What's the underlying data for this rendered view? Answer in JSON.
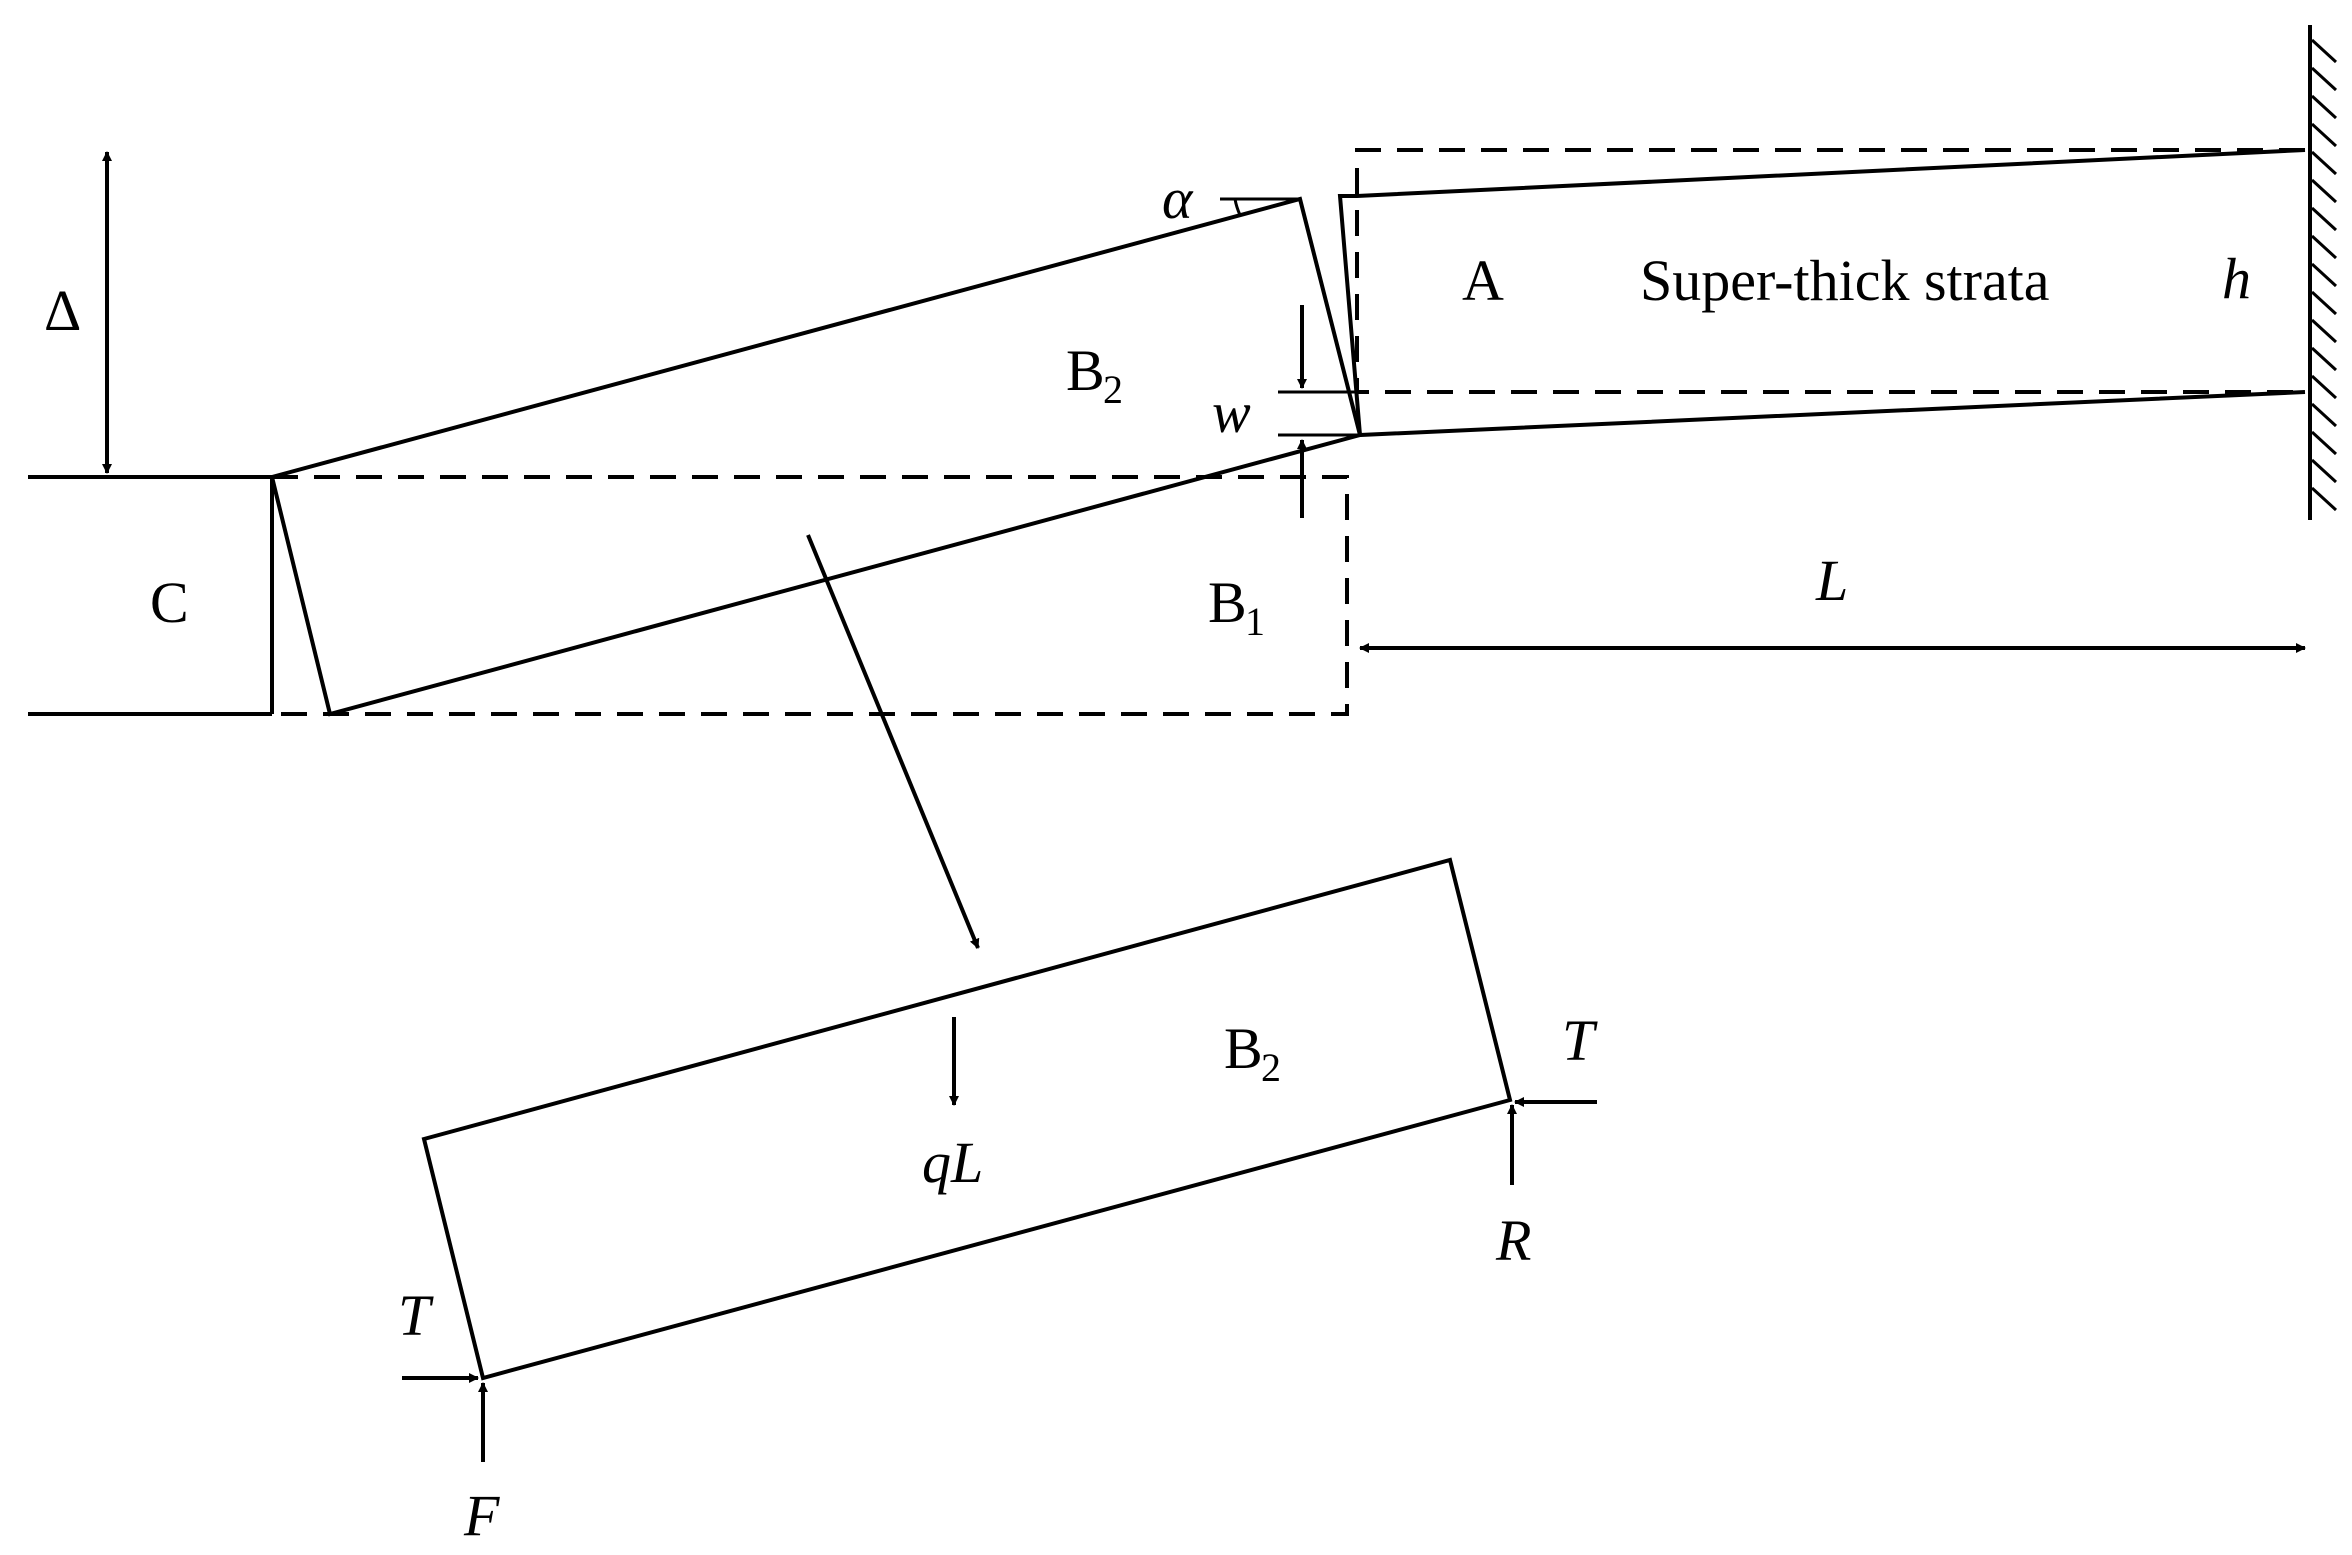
{
  "labels": {
    "delta": "Δ",
    "alpha": "α",
    "block_a": "A",
    "super_thick": "Super-thick strata",
    "h": "h",
    "b2_top_base": "B",
    "b2_top_sub": "2",
    "w": "w",
    "c": "C",
    "b1_base": "B",
    "b1_sub": "1",
    "L": "L",
    "b2_free_base": "B",
    "b2_free_sub": "2",
    "qL": "qL",
    "T_right": "T",
    "R": "R",
    "T_left": "T",
    "F": "F"
  },
  "colors": {
    "ink": "#000000",
    "background": "#ffffff"
  }
}
